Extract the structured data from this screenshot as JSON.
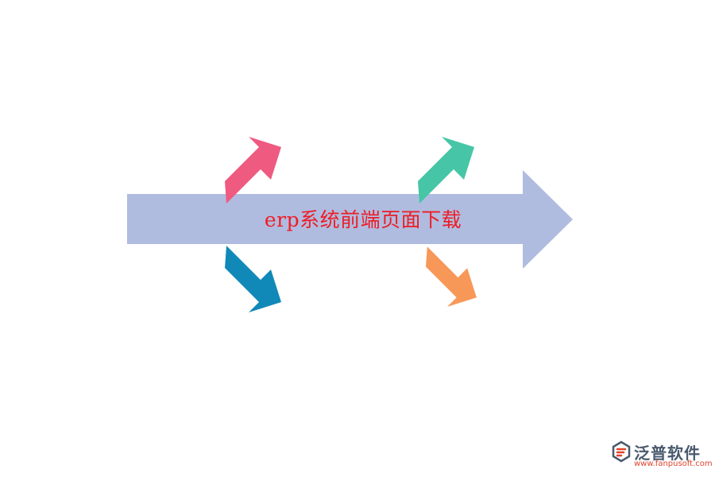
{
  "title": "erp系统前端页面下载",
  "colors": {
    "main_arrow": "#b0bcdf",
    "title_text": "#ee1c25",
    "arrow_pink": "#ef5a80",
    "arrow_blue": "#1189b8",
    "arrow_green": "#46c6a6",
    "arrow_orange": "#f89858"
  },
  "arrows": [
    {
      "name": "pink-arrow-up-right",
      "color": "#ef5a80",
      "direction": "up-right"
    },
    {
      "name": "blue-arrow-down-right",
      "color": "#1189b8",
      "direction": "down-right"
    },
    {
      "name": "green-arrow-up-right",
      "color": "#46c6a6",
      "direction": "up-right"
    },
    {
      "name": "orange-arrow-down-right",
      "color": "#f89858",
      "direction": "down-right"
    }
  ],
  "logo": {
    "name": "泛普软件",
    "url": "www.fanpusoft.com",
    "icon": "fanpu-logo-icon"
  }
}
